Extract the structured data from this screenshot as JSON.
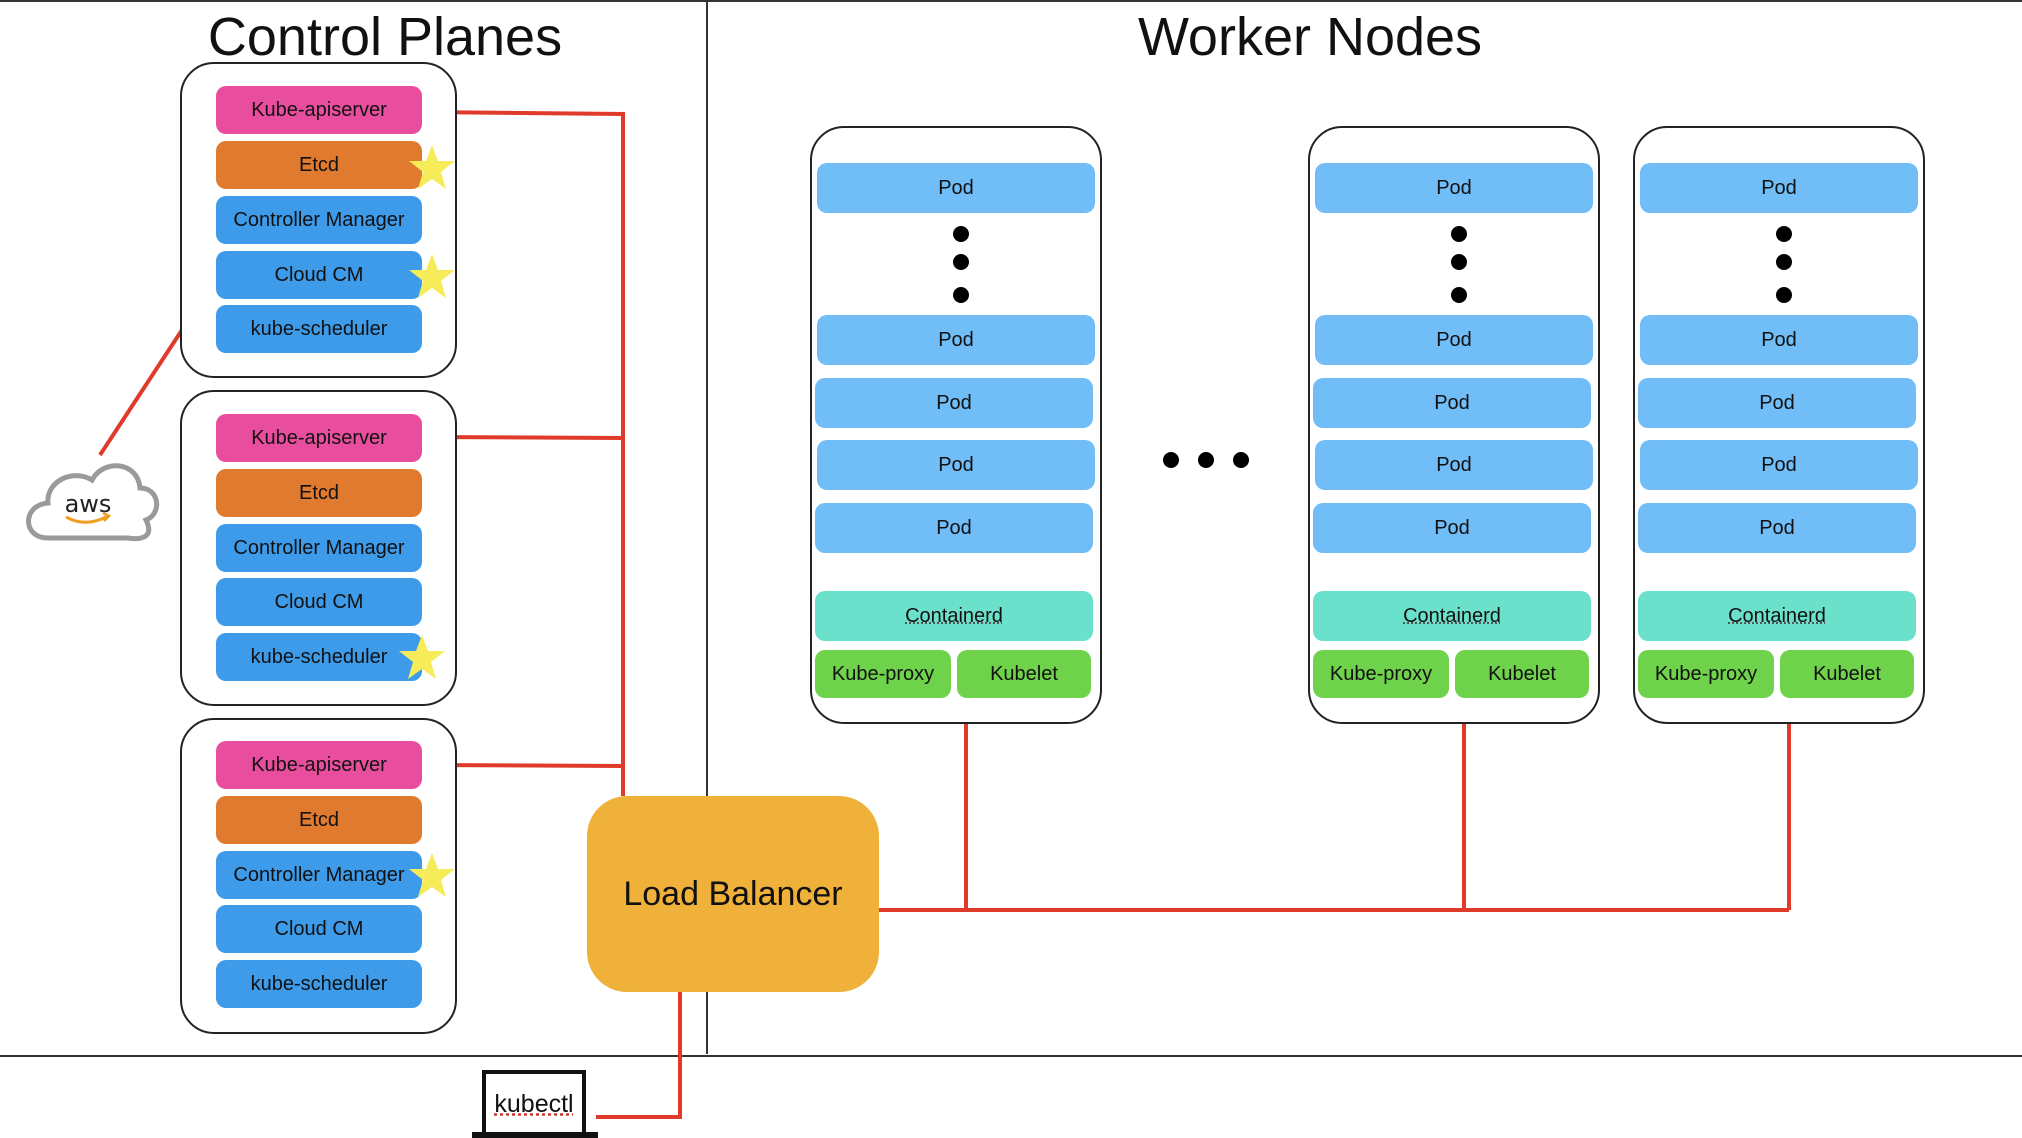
{
  "titles": {
    "control_planes": "Control Planes",
    "worker_nodes": "Worker Nodes"
  },
  "control_planes": [
    {
      "components": [
        "Kube-apiserver",
        "Etcd",
        "Controller Manager",
        "Cloud CM",
        "kube-scheduler"
      ],
      "starred": [
        "Etcd",
        "Cloud CM"
      ]
    },
    {
      "components": [
        "Kube-apiserver",
        "Etcd",
        "Controller Manager",
        "Cloud CM",
        "kube-scheduler"
      ],
      "starred": [
        "kube-scheduler"
      ]
    },
    {
      "components": [
        "Kube-apiserver",
        "Etcd",
        "Controller Manager",
        "Cloud CM",
        "kube-scheduler"
      ],
      "starred": [
        "Controller Manager"
      ]
    }
  ],
  "worker_node": {
    "pod_label": "Pod",
    "runtime_label": "Containerd",
    "proxy_label": "Kube-proxy",
    "kubelet_label": "Kubelet"
  },
  "load_balancer": {
    "label": "Load Balancer"
  },
  "kubectl": {
    "label": "kubectl"
  },
  "cloud": {
    "label": "aws"
  },
  "colors": {
    "apiserver": "#e94e9e",
    "etcd": "#e07a2e",
    "component_blue": "#3d9be9",
    "pod": "#70bdf7",
    "containerd": "#6be1cc",
    "node_agent": "#6fd24b",
    "load_balancer": "#f0b13a",
    "connection": "#e03a2a",
    "star": "#f6ec5a"
  },
  "icons": {
    "star": "star-icon",
    "cloud": "cloud-icon"
  }
}
